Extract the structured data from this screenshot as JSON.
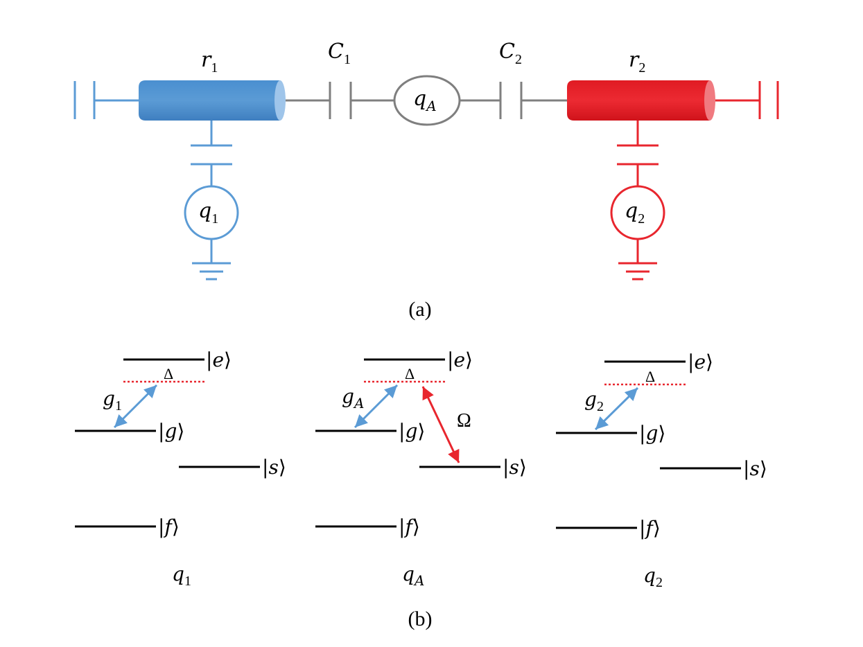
{
  "circuit": {
    "resonator_left_label": "r",
    "resonator_left_sub": "1",
    "resonator_right_label": "r",
    "resonator_right_sub": "2",
    "coupler_left_label": "C",
    "coupler_left_sub": "1",
    "coupler_right_label": "C",
    "coupler_right_sub": "2",
    "qubit_center_label": "q",
    "qubit_center_sub": "A",
    "qubit_left_label": "q",
    "qubit_left_sub": "1",
    "qubit_right_label": "q",
    "qubit_right_sub": "2",
    "panel_label": "(a)"
  },
  "levels": {
    "panel_label": "(b)",
    "e_letter": "e",
    "g_letter": "g",
    "s_letter": "s",
    "f_letter": "f",
    "delta_symbol": "Δ",
    "omega_symbol": "Ω",
    "coupling_left_label": "g",
    "coupling_left_sub": "1",
    "coupling_center_label": "g",
    "coupling_center_sub": "A",
    "coupling_right_label": "g",
    "coupling_right_sub": "2",
    "qubit_left_label": "q",
    "qubit_left_sub": "1",
    "qubit_center_label": "q",
    "qubit_center_sub": "A",
    "qubit_right_label": "q",
    "qubit_right_sub": "2"
  },
  "colors": {
    "blue": "#5b9bd5",
    "red": "#e8262e",
    "gray": "#7f7f7f",
    "black": "#000000"
  }
}
